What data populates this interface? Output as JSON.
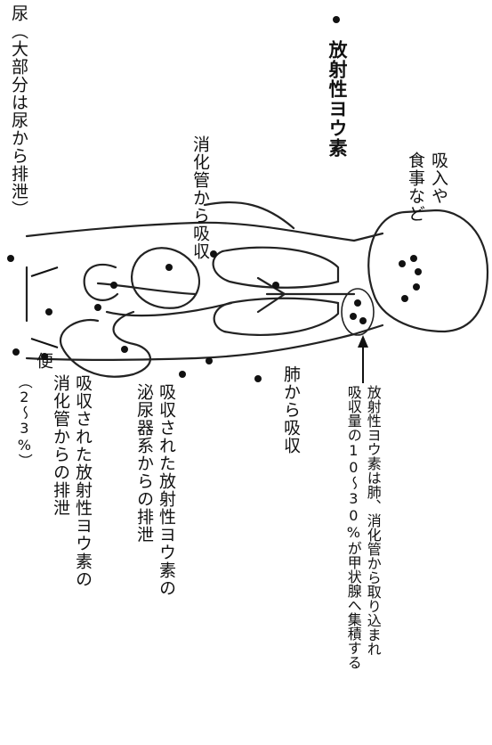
{
  "title": "放射性ヨウ素",
  "labels": {
    "intake": [
      "吸入や",
      "食事など"
    ],
    "gi_absorb": "消化管から吸収",
    "thyroid_note": [
      "放射性ヨウ素は肺、消化管から取り込まれ",
      "吸収量の10～30%が甲状腺へ集積する"
    ],
    "lung_absorb": "肺から吸収",
    "urinary_excretion": [
      "吸収された放射性ヨウ素の",
      "泌尿器系からの排泄"
    ],
    "gi_excretion": [
      "吸収された放射性ヨウ素の",
      "消化管からの排泄"
    ],
    "urine": "尿（大部分は尿から排泄）",
    "feces": [
      "便",
      "（2～3%）"
    ]
  }
}
